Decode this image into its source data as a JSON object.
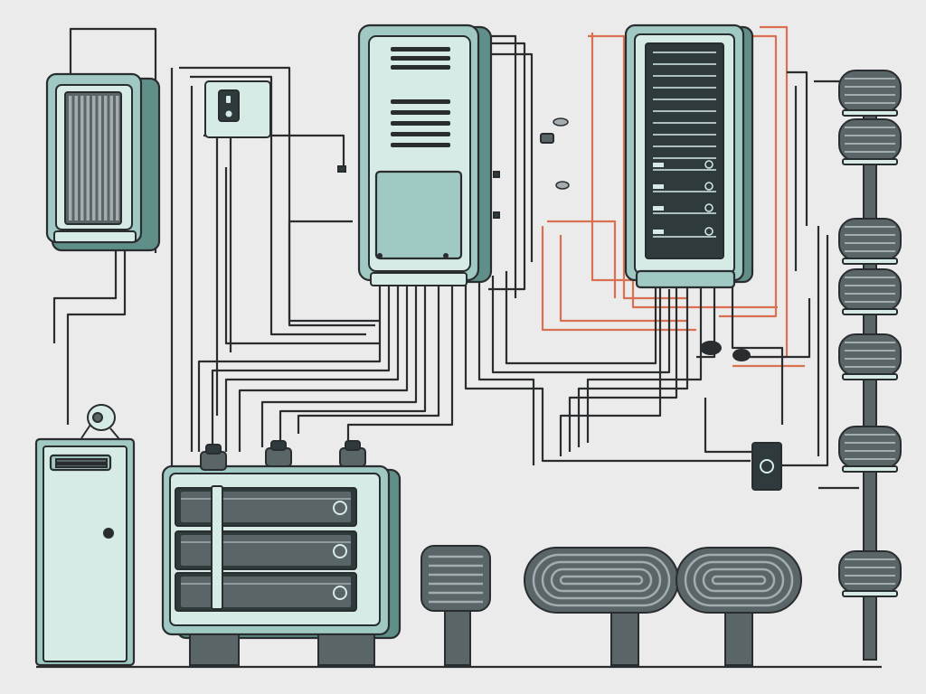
{
  "colors": {
    "background": "#ecebec",
    "outline": "#2a2d2f",
    "device_body": "#9fc9c2",
    "device_light": "#d6ebe6",
    "device_dark": "#5f8f88",
    "screen_dark": "#2f3a3d",
    "metal": "#5a6567",
    "metal_light": "#a3acae",
    "accent_wire": "#d9704f"
  },
  "components": [
    {
      "id": "wall-vent-unit",
      "icon": "hvac-wall-unit-icon"
    },
    {
      "id": "wall-switch",
      "icon": "switch-plate-icon"
    },
    {
      "id": "central-cabinet",
      "icon": "electrical-cabinet-icon"
    },
    {
      "id": "server-rack",
      "icon": "server-rack-icon"
    },
    {
      "id": "insulator-column",
      "icon": "insulator-stack-icon"
    },
    {
      "id": "tall-locker",
      "icon": "locker-cabinet-icon"
    },
    {
      "id": "drawer-unit",
      "icon": "drawer-cabinet-icon"
    },
    {
      "id": "coil-post-small",
      "icon": "coil-post-icon"
    },
    {
      "id": "coil-pair",
      "icon": "coil-pair-icon"
    },
    {
      "id": "junction-box",
      "icon": "junction-box-icon"
    },
    {
      "id": "wire-connector",
      "icon": "plug-connector-icon"
    }
  ]
}
